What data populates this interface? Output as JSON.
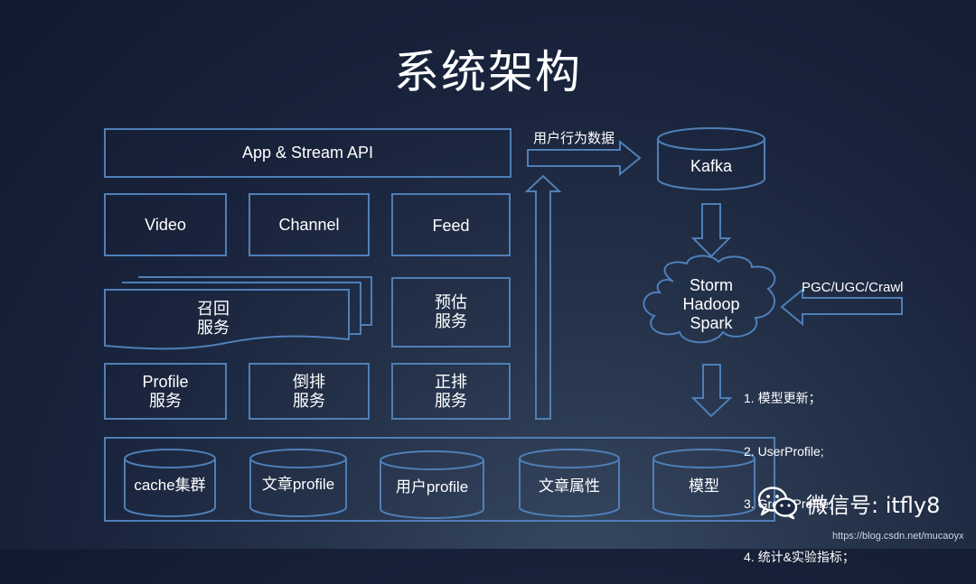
{
  "title": "系统架构",
  "api_box": "App & Stream API",
  "services_row1": [
    "Video",
    "Channel",
    "Feed"
  ],
  "recall": [
    "召回",
    "服务"
  ],
  "estimate": [
    "预估",
    "服务"
  ],
  "profile_service": [
    "Profile",
    "服务"
  ],
  "reverse_rank": [
    "倒排",
    "服务"
  ],
  "forward_rank": [
    "正排",
    "服务"
  ],
  "storage": [
    "cache集群",
    "文章profile",
    "用户profile",
    "文章属性",
    "模型"
  ],
  "user_behavior_label": "用户行为数据",
  "kafka": "Kafka",
  "compute": [
    "Storm",
    "Hadoop",
    "Spark"
  ],
  "input_label": "PGC/UGC/Crawl",
  "notes": [
    "1. 模型更新；",
    "2. UserProfile;",
    "3. GroupProfile;",
    "4. 统计&实验指标；"
  ],
  "watermark": "微信号: itfly8",
  "url": "https://blog.csdn.net/mucaoyx",
  "colors": {
    "stroke": "#4f7fb8",
    "text": "#ffffff",
    "background": "#1b2640"
  }
}
